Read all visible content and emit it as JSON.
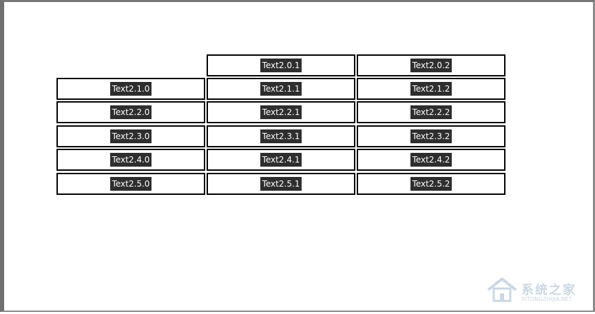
{
  "table": {
    "rows": [
      [
        "",
        "Text2.0.1",
        "Text2.0.2"
      ],
      [
        "Text2.1.0",
        "Text2.1.1",
        "Text2.1.2"
      ],
      [
        "Text2.2.0",
        "Text2.2.1",
        "Text2.2.2"
      ],
      [
        "Text2.3.0",
        "Text2.3.1",
        "Text2.3.2"
      ],
      [
        "Text2.4.0",
        "Text2.4.1",
        "Text2.4.2"
      ],
      [
        "Text2.5.0",
        "Text2.5.1",
        "Text2.5.2"
      ]
    ]
  },
  "watermark": {
    "name": "系统之家",
    "url": "XITONGZHIJIA.NET",
    "icon": "house-logo-icon",
    "color": "#9fb7cf"
  },
  "colors": {
    "cell_border": "#000000",
    "label_background": "#2e2e2e",
    "label_text": "#ffffff"
  }
}
